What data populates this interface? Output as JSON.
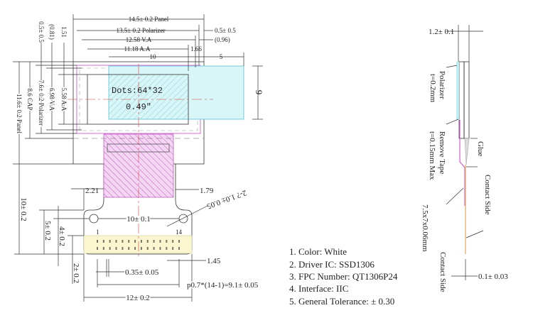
{
  "front_view": {
    "dims_top": {
      "panel_width": "14.5± 0.2 Panel",
      "polarizer_width": "13.5± 0.2 Polarizer",
      "va_width": "12.58 V.A",
      "aa_width": "11.18 A.A",
      "offset_1_66": "1.66",
      "dim_10": "10",
      "dim_5": "5",
      "right_0_5": "0.5± 0.5",
      "right_0_96": "(0.96)"
    },
    "dims_left": {
      "top_0_5": "0.5± 0.5",
      "top_0_81": "(0.81)",
      "top_1_51": "1.51",
      "polarizer_height": "7.6± 0.2 Polarizer",
      "va_height": "6.98 V.A",
      "aa_height": "5.58 A.A",
      "cap_height": "8.6 CAP",
      "panel_height": "11.6± 0.2 Panel"
    },
    "dim_9": "9",
    "display_text": "Dots:64*32",
    "size_text": "0.49\"",
    "fpc": {
      "dim_2_21": "2.21",
      "dim_1_79": "1.79",
      "hole_dim": "2-? 1.0± 0.05",
      "hole_pitch": "10± 0.1",
      "tail_len": "10± 0.2",
      "dim_5": "5± 0.2",
      "dim_4": "4± 0.2",
      "dim_2": "2± 0.2",
      "dim_1_45": "1.45",
      "pin_width": "0.35± 0.05",
      "pitch": "p0.7*(14-1)=9.1± 0.05",
      "board_width": "12± 0.2",
      "pin_first": "1",
      "pin_last": "14"
    }
  },
  "notes": [
    "1. Color: White",
    "2. Driver IC: SSD1306",
    "3. FPC Number: QT1306P24",
    "4. Interface: IIC",
    "5. General Tolerance: ± 0.30"
  ],
  "side_view": {
    "thickness": "1.2± 0.1",
    "polarizer": "Polarizer",
    "polarizer_t": "t=0.2mm",
    "remove_tape": "Remove Tape",
    "tape_t": "t=0.15mm Max",
    "tape_size": "7.5x7x0.06mm",
    "glue": "Glue",
    "contact_side_1": "Contact Side",
    "contact_side_2": "Contact Side",
    "fpc_thickness": "0.1± 0.03"
  },
  "colors": {
    "polarizer_pink": "#d070d0",
    "cyan": "#9fe3e8",
    "contacts_yellow": "#fbf6cf",
    "centerline_red": "#d04040"
  }
}
